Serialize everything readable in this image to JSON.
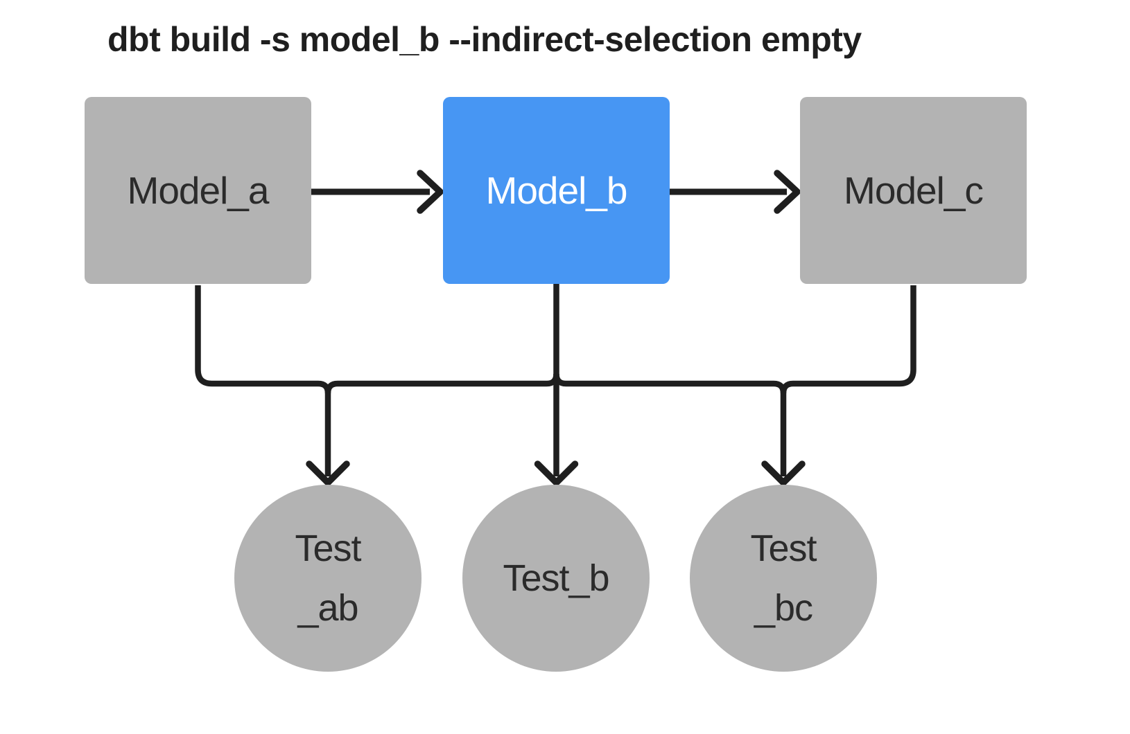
{
  "title": "dbt build -s model_b --indirect-selection empty",
  "colors": {
    "background": "#ffffff",
    "ink": "#1f1f1f",
    "line": "#1f1f1f",
    "node-gray": "#b3b3b3",
    "node-blue": "#4796f3",
    "label-dark": "#2b2b2b",
    "label-light": "#ffffff"
  },
  "nodes": {
    "model_a": {
      "label": "Model_a",
      "type": "model",
      "highlighted": false
    },
    "model_b": {
      "label": "Model_b",
      "type": "model",
      "highlighted": true
    },
    "model_c": {
      "label": "Model_c",
      "type": "model",
      "highlighted": false
    },
    "test_ab": {
      "label": "Test_ab",
      "line1": "Test",
      "line2": "_ab",
      "type": "test"
    },
    "test_b": {
      "label": "Test_b",
      "line1": "Test_b",
      "type": "test"
    },
    "test_bc": {
      "label": "Test_bc",
      "line1": "Test",
      "line2": "_bc",
      "type": "test"
    }
  },
  "edges": [
    {
      "from": "Model_a",
      "to": "Model_b"
    },
    {
      "from": "Model_b",
      "to": "Model_c"
    },
    {
      "from": "Model_a",
      "to": "Test_ab"
    },
    {
      "from": "Model_b",
      "to": "Test_ab"
    },
    {
      "from": "Model_b",
      "to": "Test_b"
    },
    {
      "from": "Model_b",
      "to": "Test_bc"
    },
    {
      "from": "Model_c",
      "to": "Test_bc"
    }
  ]
}
